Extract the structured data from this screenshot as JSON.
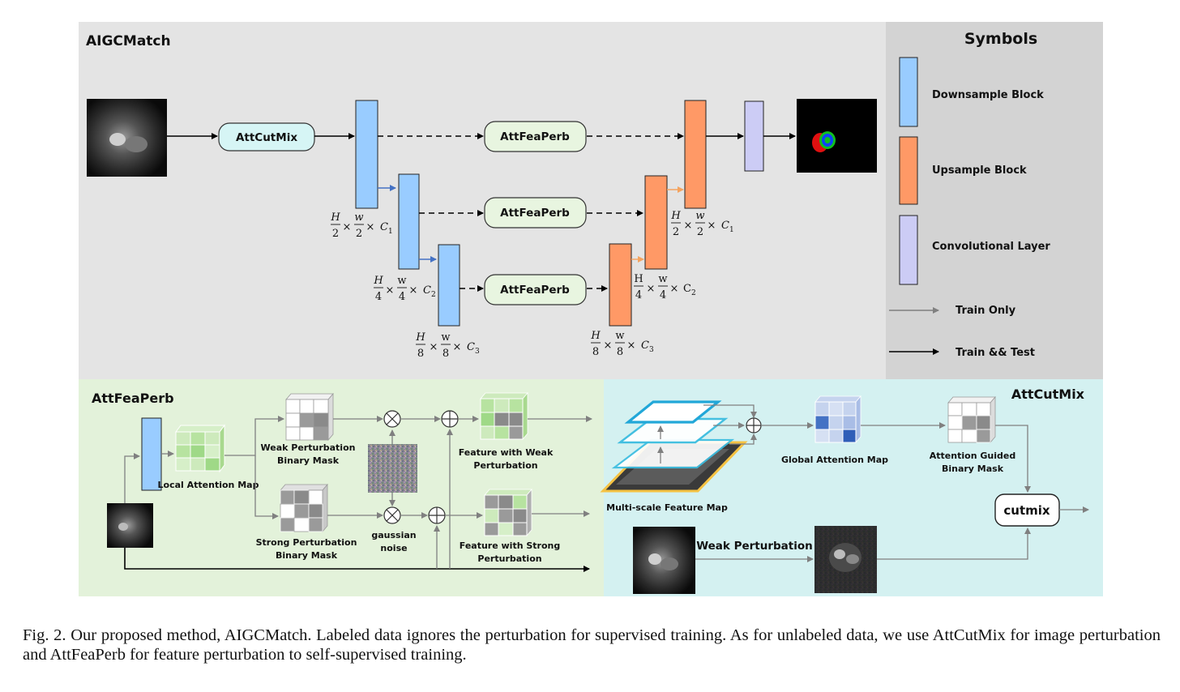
{
  "panels": {
    "main_title": "AIGCMatch",
    "symbols_title": "Symbols",
    "attfeaperb_title": "AttFeaPerb",
    "attcutmix_title": "AttCutMix"
  },
  "main": {
    "attcutmix_node": "AttCutMix",
    "attfeaperb_node": "AttFeaPerb"
  },
  "legend": {
    "downsample": "Downsample Block",
    "upsample": "Upsample Block",
    "conv": "Convolutional Layer",
    "train_only": "Train Only",
    "train_test": "Train && Test"
  },
  "attfeaperb": {
    "local_attention_map": "Local Attention Map",
    "weak_mask_1": "Weak Perturbation",
    "weak_mask_2": "Binary Mask",
    "strong_mask_1": "Strong Perturbation",
    "strong_mask_2": "Binary Mask",
    "gaussian_1": "gaussian",
    "gaussian_2": "noise",
    "feat_weak_1": "Feature with Weak",
    "feat_weak_2": "Perturbation",
    "feat_strong_1": "Feature with Strong",
    "feat_strong_2": "Perturbation"
  },
  "attcutmix": {
    "multiscale": "Multi-scale Feature Map",
    "global_attention": "Global Attention Map",
    "guided_mask_1": "Attention Guided",
    "guided_mask_2": "Binary Mask",
    "cutmix": "cutmix",
    "weak_perturbation": "Weak Perturbation"
  },
  "colors": {
    "main_bg": "#e4e4e4",
    "symbols_bg": "#d3d3d3",
    "attfeaperb_bg": "#e3f2da",
    "attcutmix_bg": "#d4f1f1",
    "downsample": "#99ccff",
    "upsample": "#ff9966",
    "conv": "#ccccf5",
    "attcutmix_node": "#d6f5f5",
    "attfeaperb_node": "#e8f5e0",
    "grid_green": "#b7e3a0",
    "grid_gray": "#9a9a9a",
    "grid_blue": "#4472c4"
  },
  "caption": "Fig. 2.  Our proposed method, AIGCMatch. Labeled data ignores the perturbation for supervised training. As for unlabeled data, we use AttCutMix for image perturbation and AttFeaPerb for feature perturbation to self-supervised training."
}
